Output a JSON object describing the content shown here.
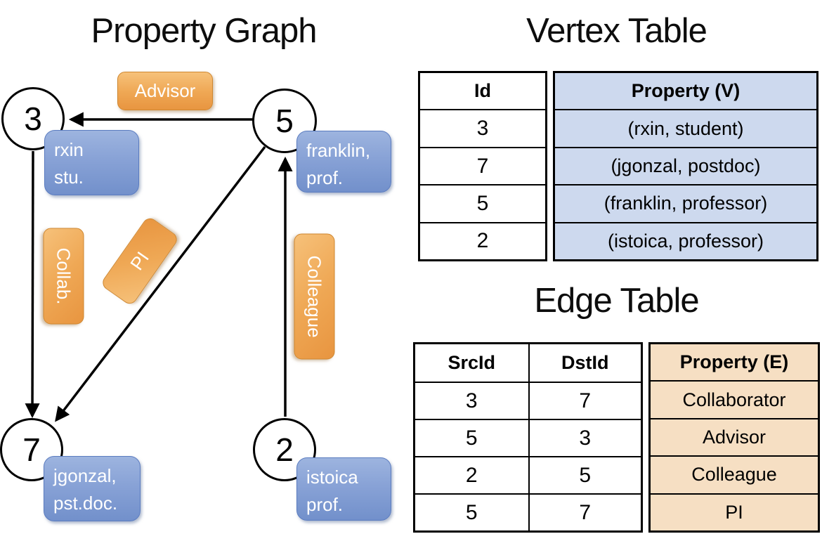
{
  "graph": {
    "title": "Property Graph",
    "nodes": [
      {
        "id": "3"
      },
      {
        "id": "5"
      },
      {
        "id": "7"
      },
      {
        "id": "2"
      }
    ],
    "vertex_labels": [
      {
        "name": "rxin",
        "lines": [
          "rxin",
          "stu."
        ]
      },
      {
        "name": "franklin",
        "lines": [
          "franklin,",
          "prof."
        ]
      },
      {
        "name": "jgonzal",
        "lines": [
          "jgonzal,",
          "pst.doc."
        ]
      },
      {
        "name": "istoica",
        "lines": [
          "istoica",
          "prof."
        ]
      }
    ],
    "edges": [
      {
        "from": "5",
        "to": "3",
        "label": "Advisor"
      },
      {
        "from": "3",
        "to": "7",
        "label": "Collab."
      },
      {
        "from": "5",
        "to": "7",
        "label": "PI"
      },
      {
        "from": "2",
        "to": "5",
        "label": "Colleague"
      }
    ]
  },
  "vertex_table": {
    "title": "Vertex Table",
    "columns": [
      "Id",
      "Property (V)"
    ],
    "rows": [
      [
        "3",
        "(rxin, student)"
      ],
      [
        "7",
        "(jgonzal, postdoc)"
      ],
      [
        "5",
        "(franklin, professor)"
      ],
      [
        "2",
        "(istoica, professor)"
      ]
    ]
  },
  "edge_table": {
    "title": "Edge Table",
    "columns": [
      "SrcId",
      "DstId",
      "Property (E)"
    ],
    "rows": [
      [
        "3",
        "7",
        "Collaborator"
      ],
      [
        "5",
        "3",
        "Advisor"
      ],
      [
        "2",
        "5",
        "Colleague"
      ],
      [
        "5",
        "7",
        "PI"
      ]
    ]
  },
  "colors": {
    "edge_label_orange_light": "#f6c17a",
    "edge_label_orange_dark": "#e89540",
    "vertex_label_blue_light": "#9db4df",
    "vertex_label_blue_dark": "#7290cb",
    "vertex_table_fill": "#cdd9ee",
    "edge_table_fill": "#f6dfc3",
    "line_color": "#000000"
  }
}
